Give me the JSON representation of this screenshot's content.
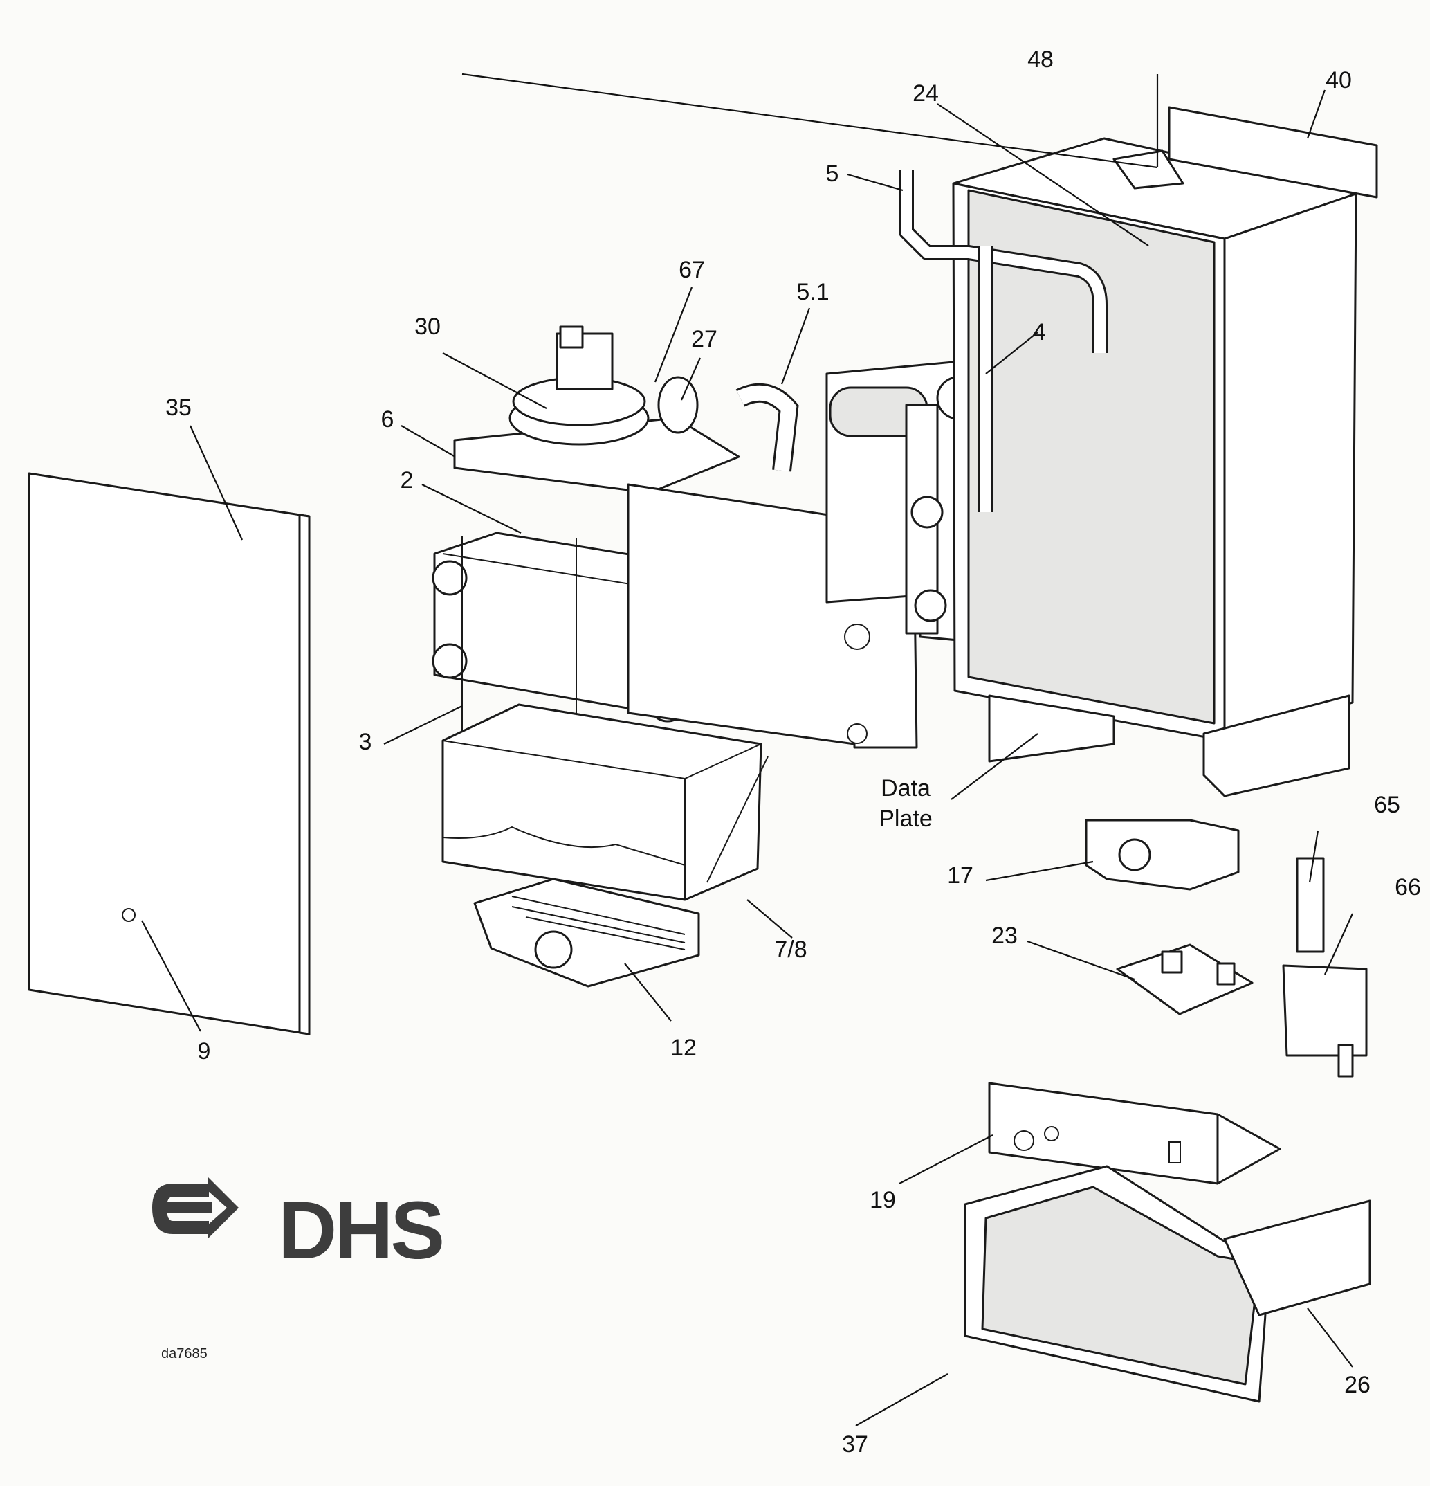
{
  "diagram": {
    "brand": "DHS",
    "drawing_ref": "da7685",
    "labels": {
      "p48": "48",
      "p40": "40",
      "p24": "24",
      "p5": "5",
      "p67": "67",
      "p5_1": "5.1",
      "p30": "30",
      "p27": "27",
      "p4": "4",
      "p35": "35",
      "p6": "6",
      "p2": "2",
      "p3": "3",
      "data_plate_1": "Data",
      "data_plate_2": "Plate",
      "p65": "65",
      "p17": "17",
      "p66": "66",
      "p23": "23",
      "p7_8": "7/8",
      "p9": "9",
      "p12": "12",
      "p19": "19",
      "p26": "26",
      "p37": "37"
    }
  }
}
